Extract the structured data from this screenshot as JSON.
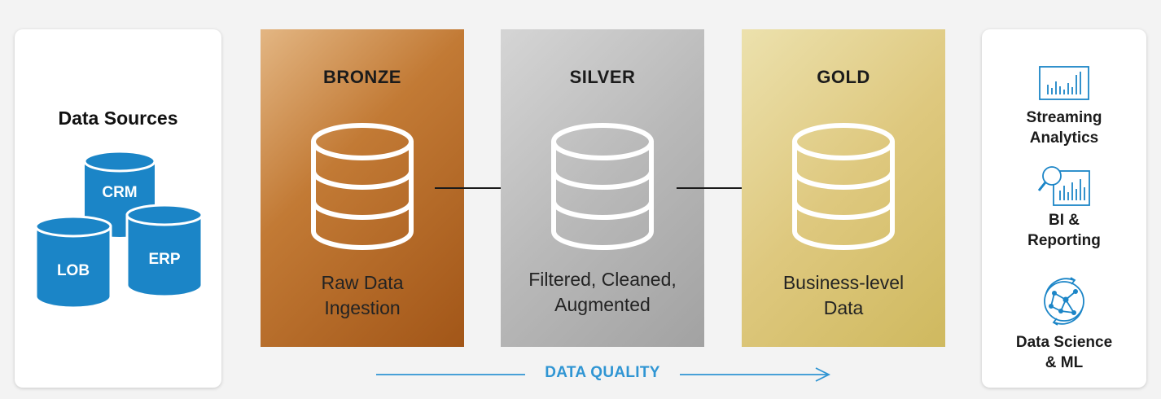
{
  "sources": {
    "title": "Data Sources",
    "items": [
      {
        "label": "CRM"
      },
      {
        "label": "LOB"
      },
      {
        "label": "ERP"
      }
    ],
    "color": "#1b85c7"
  },
  "tiers": [
    {
      "name": "BRONZE",
      "description": "Raw Data\nIngestion"
    },
    {
      "name": "SILVER",
      "description": "Filtered, Cleaned,\nAugmented"
    },
    {
      "name": "GOLD",
      "description": "Business-level\nData"
    }
  ],
  "consumers": [
    {
      "label": "Streaming\nAnalytics",
      "icon": "bar-chart-icon"
    },
    {
      "label": "BI &\nReporting",
      "icon": "magnifier-chart-icon"
    },
    {
      "label": "Data Science\n& ML",
      "icon": "network-icon"
    }
  ],
  "footer": {
    "label": "DATA QUALITY"
  },
  "colors": {
    "accent": "#2f95d3",
    "icon_blue": "#1b85c7"
  }
}
